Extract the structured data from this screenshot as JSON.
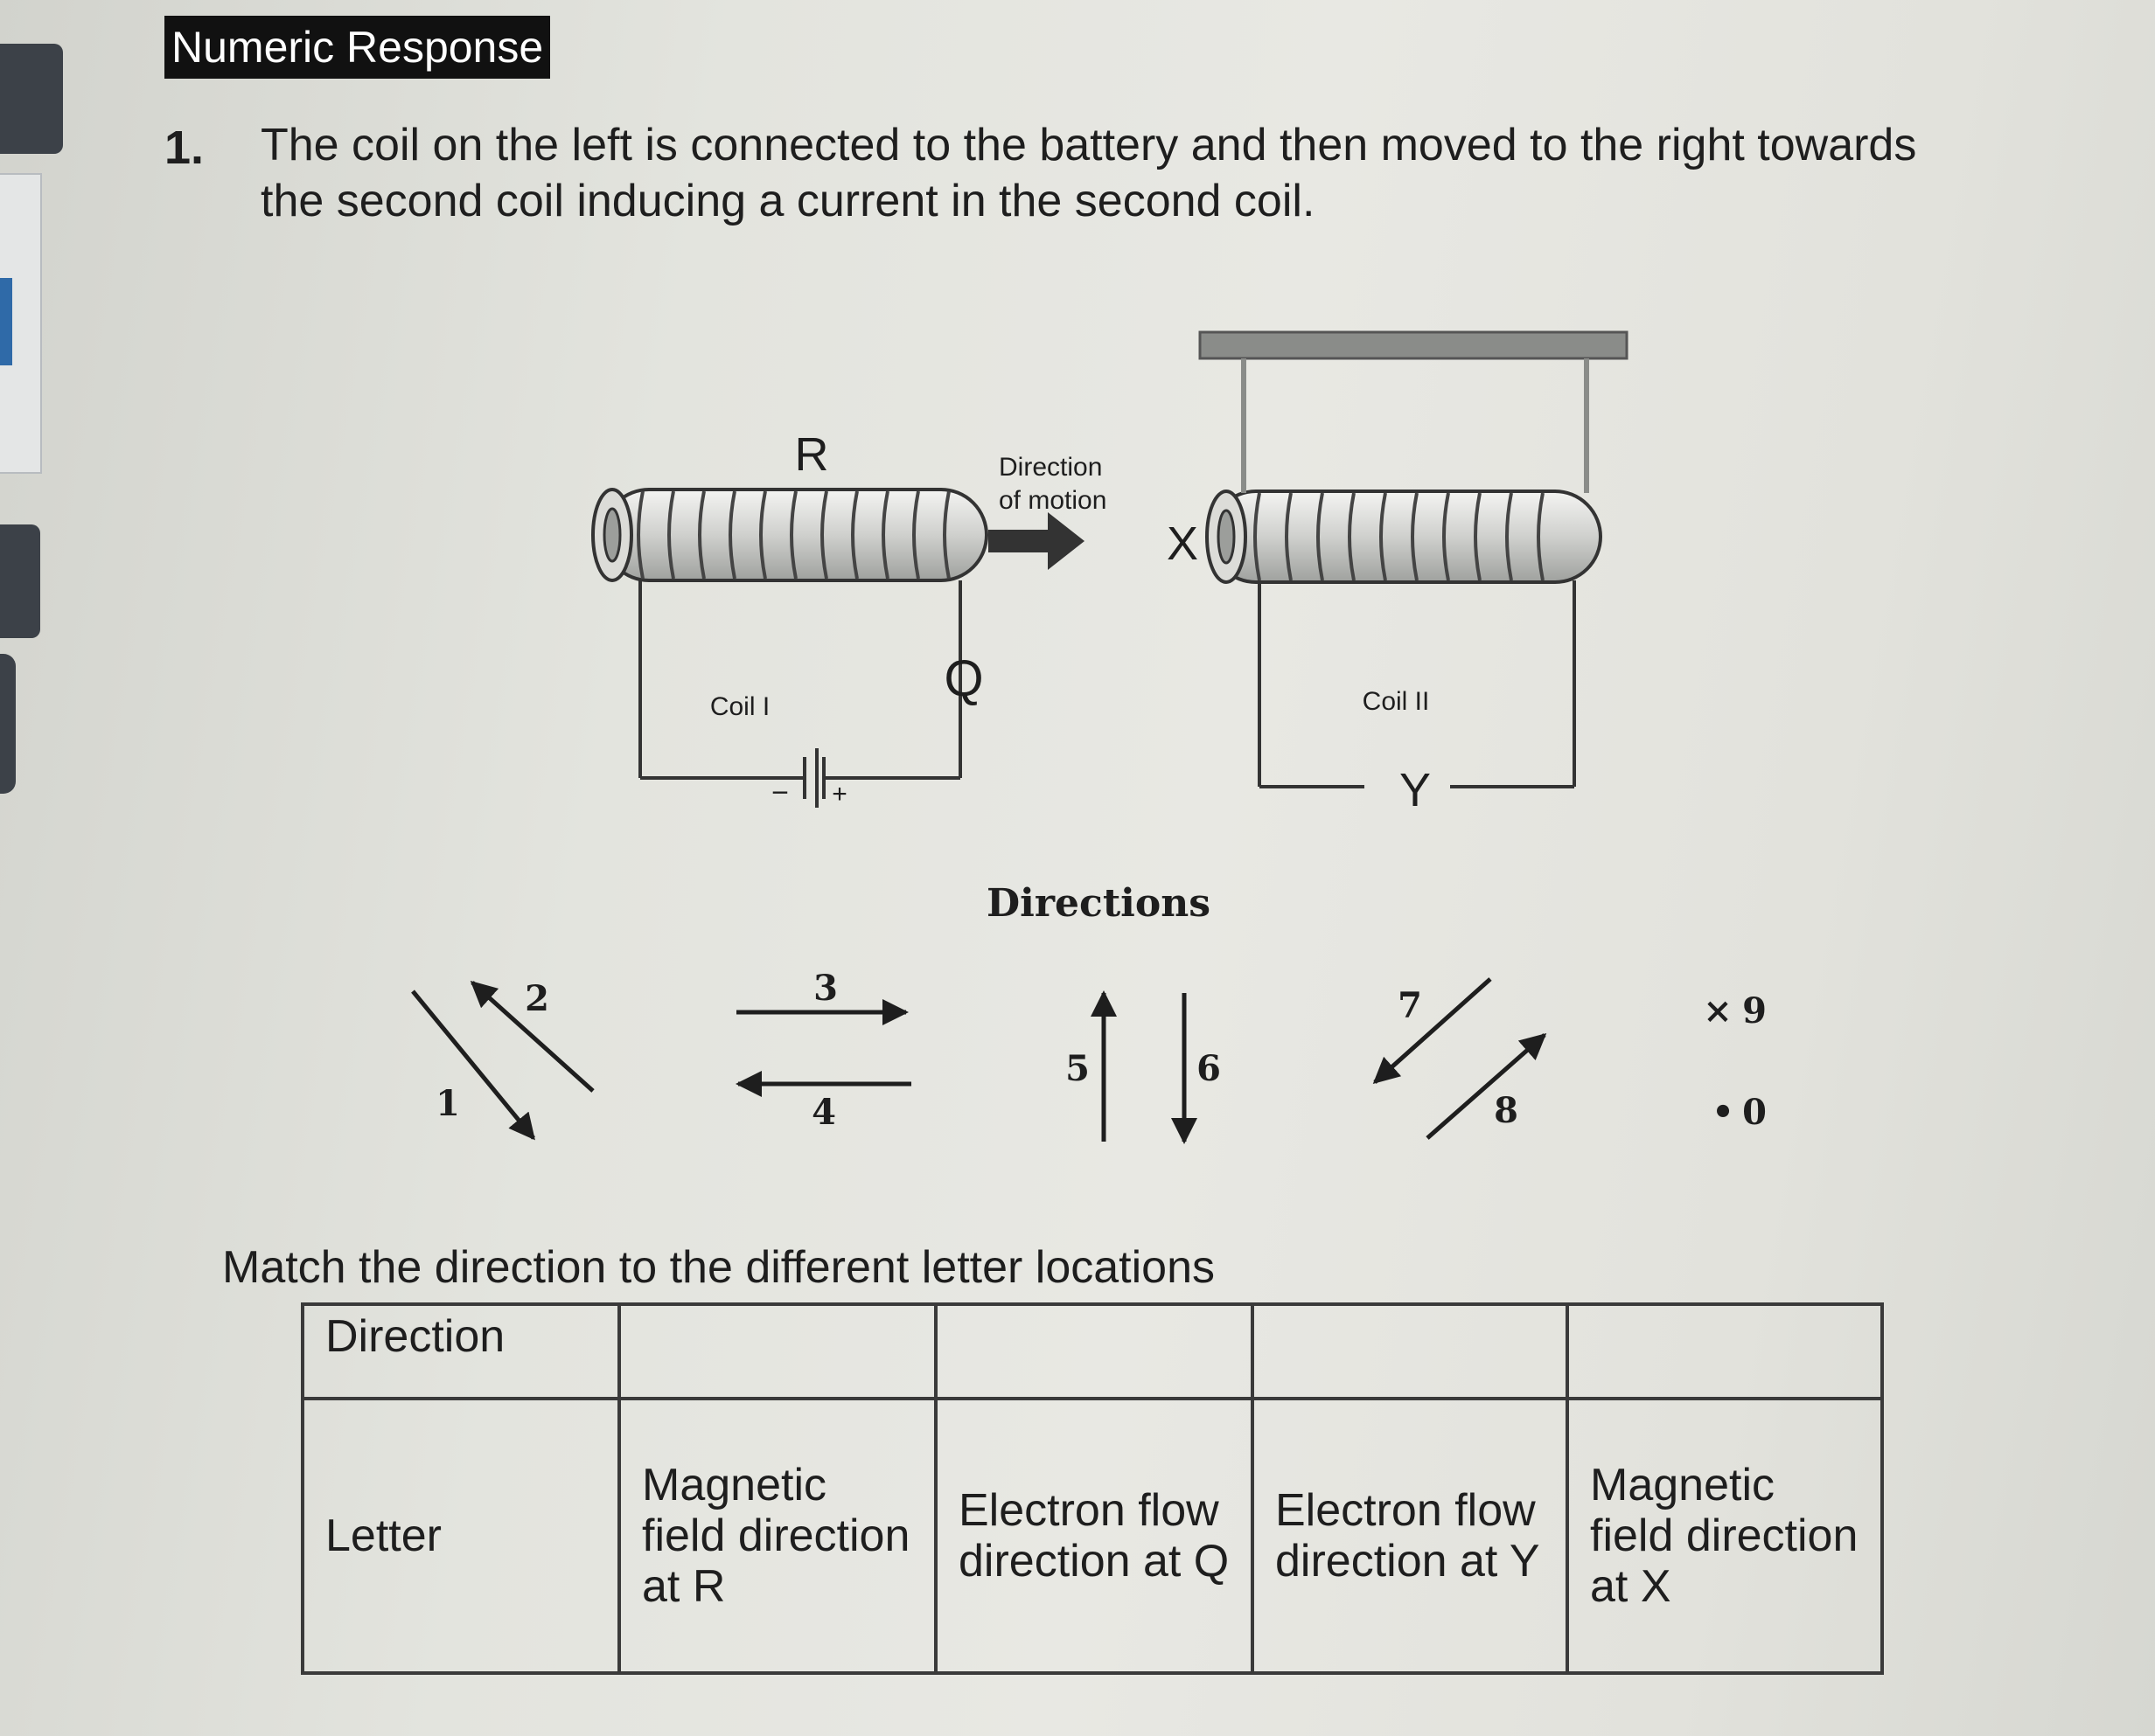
{
  "header": {
    "badge": "Numeric Response"
  },
  "question": {
    "number": "1.",
    "line1": "The coil on the left is connected to the battery and then moved to the right towards",
    "line2": "the second coil inducing a current in the second coil."
  },
  "diagram": {
    "label_r": "R",
    "label_q": "Q",
    "label_x": "X",
    "label_y": "Y",
    "coil1": "Coil I",
    "coil2": "Coil II",
    "motion_line1": "Direction",
    "motion_line2": "of motion",
    "battery_minus": "−",
    "battery_plus": "+"
  },
  "directions": {
    "title": "Directions",
    "labels": [
      "1",
      "2",
      "3",
      "4",
      "5",
      "6",
      "7",
      "8",
      "9",
      "0"
    ],
    "into_page_symbol": "×",
    "out_of_page_symbol": "•"
  },
  "instruction": "Match the direction to the different letter locations",
  "table": {
    "row1_label": "Direction",
    "row2_label": "Letter",
    "columns": [
      "Magnetic field direction at R",
      "Electron flow direction at Q",
      "Electron flow direction at Y",
      "Magnetic field direction at X"
    ]
  },
  "colors": {
    "ink": "#1e1e1e",
    "badge_bg": "#111111",
    "sidebar": "#3c4148",
    "accent_blue": "#2f6aa8"
  }
}
